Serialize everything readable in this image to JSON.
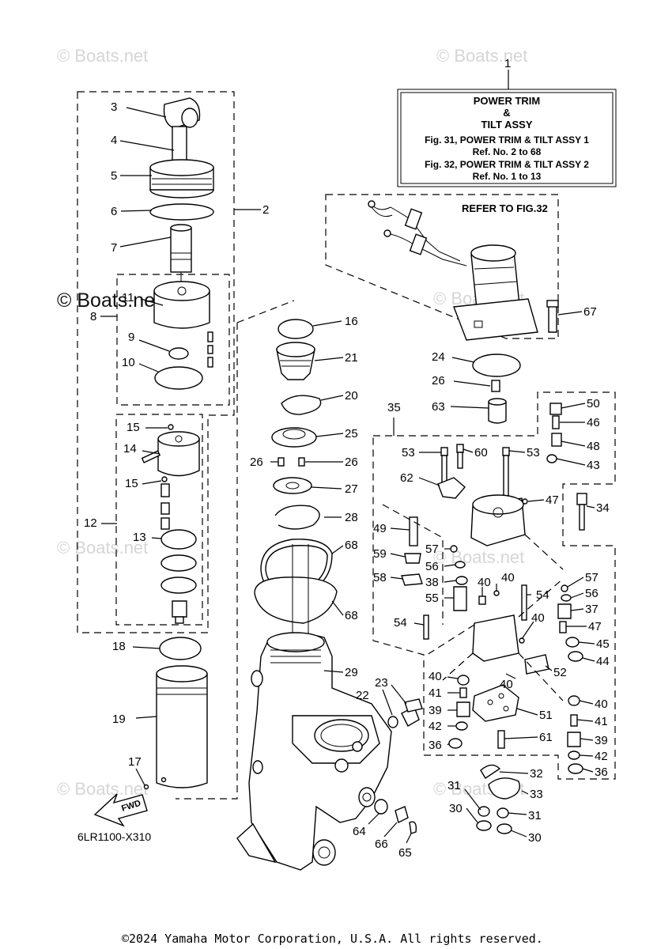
{
  "title_box": {
    "line1": "POWER TRIM",
    "line2": "&",
    "line3": "TILT ASSY",
    "ref1": "Fig. 31, POWER TRIM & TILT ASSY 1",
    "ref1_nos": "Ref. No. 2 to 68",
    "ref2": "Fig. 32, POWER TRIM & TILT ASSY 2",
    "ref2_nos": "Ref. No. 1 to 13"
  },
  "refer_label": "REFER TO FIG.32",
  "fwd_label": "FWD",
  "diagram_code": "6LR1100-X310",
  "copyright": "©2024 Yamaha Motor Corporation, U.S.A. All rights reserved.",
  "watermark": "© Boats.net",
  "callouts": [
    "1",
    "2",
    "3",
    "4",
    "5",
    "6",
    "7",
    "8",
    "9",
    "10",
    "11",
    "12",
    "13",
    "14",
    "15",
    "15",
    "16",
    "17",
    "18",
    "19",
    "20",
    "21",
    "22",
    "23",
    "24",
    "25",
    "26",
    "26",
    "26",
    "27",
    "28",
    "29",
    "30",
    "30",
    "31",
    "31",
    "32",
    "33",
    "34",
    "35",
    "36",
    "36",
    "37",
    "38",
    "39",
    "39",
    "40",
    "40",
    "40",
    "40",
    "40",
    "40",
    "41",
    "41",
    "42",
    "42",
    "43",
    "44",
    "45",
    "46",
    "47",
    "47",
    "48",
    "49",
    "50",
    "51",
    "52",
    "53",
    "53",
    "54",
    "54",
    "55",
    "56",
    "56",
    "57",
    "57",
    "58",
    "59",
    "60",
    "61",
    "62",
    "63",
    "64",
    "65",
    "66",
    "67",
    "68",
    "68"
  ]
}
